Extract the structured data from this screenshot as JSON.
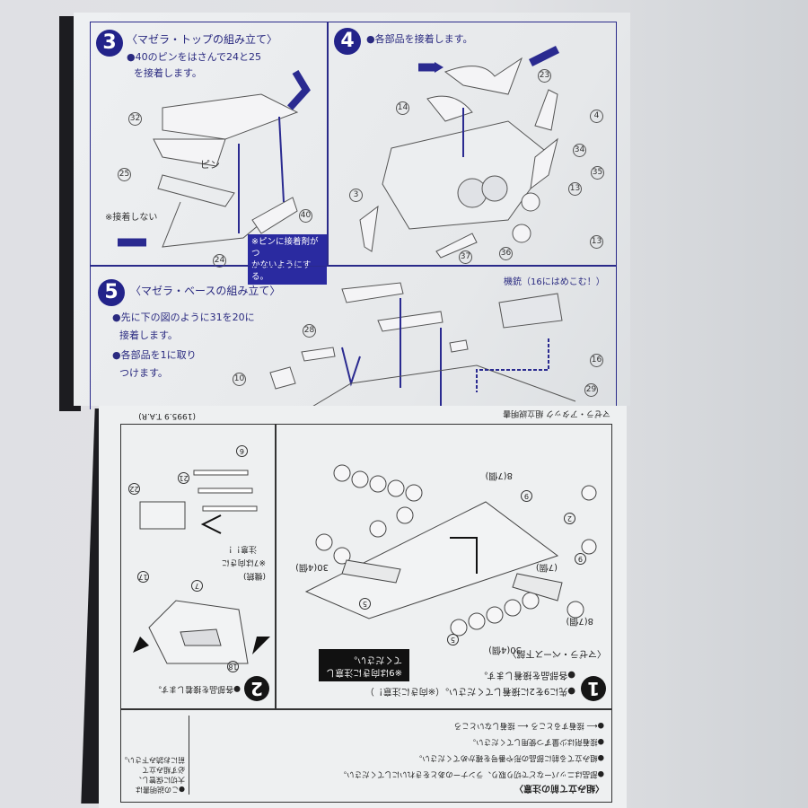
{
  "top_sheet": {
    "step3": {
      "number": "3",
      "title": "〈マゼラ・トップの組み立て〉",
      "line1": "●40のピンをはさんで24と25",
      "line2": "を接着します。",
      "pin_label": "ピン",
      "no_glue": "※接着しない",
      "note_line1": "※ピンに接着剤がつ",
      "note_line2": "かないようにする。",
      "parts": [
        "32",
        "25",
        "40",
        "24"
      ]
    },
    "step4": {
      "number": "4",
      "title": "●各部品を接着します。",
      "parts": [
        "23",
        "14",
        "4",
        "34",
        "35",
        "13",
        "3",
        "37",
        "36",
        "13"
      ]
    },
    "step5": {
      "number": "5",
      "title": "〈マゼラ・ベースの組み立て〉",
      "line1": "●先に下の図のように31を20に",
      "line2": "接着します。",
      "line3": "●各部品を1に取り",
      "line4": "つけます。",
      "gun_label": "機銃（16にはめこむ！）",
      "parts": [
        "28",
        "10",
        "16",
        "29"
      ]
    }
  },
  "bottom_sheet": {
    "date": "(1995.9 T.A.R)",
    "header": "マゼラ・アタック 組立説明書",
    "step1": {
      "number": "1",
      "title": "〈マゼラ・ベース下部〉",
      "line1": "●先に9を2に接着してください。（※向きに注意！）",
      "line2": "●各部品を接着します。",
      "warning_line1": "※9は向きに注意し",
      "warning_line2": "てください。",
      "qty": [
        "8(7個)",
        "(7個)",
        "8(7個)",
        "30(4個)",
        "30(4個)"
      ],
      "parts": [
        "9",
        "2",
        "9",
        "5",
        "5"
      ]
    },
    "step2": {
      "number": "2",
      "title": "●各部品を接着します。",
      "caution_line1": "※7は向きに",
      "caution_line2": "注意！！",
      "gun": "(機銃)",
      "parts": [
        "22",
        "21",
        "6",
        "17",
        "7",
        "18"
      ]
    },
    "notes": {
      "title": "〈組み立て前の注意〉",
      "lines": [
        "●部品はニッパーなどで切り取り、ランナーのあとをきれいにしてください。",
        "●組み立てる前に部品の形や番号を確かめてください。",
        "●接着剤は少量ずつ使用してください。",
        "●⟵ 接着するところ  ⟵ 接着しないところ"
      ],
      "side": [
        "●この説明書は",
        "大切に保管し、",
        "必ず組み立て",
        "前にお読み下さい。"
      ]
    }
  },
  "colors": {
    "ink_blue": "#23238a",
    "paper": "#eceef0",
    "shadow": "#1c1c20"
  }
}
